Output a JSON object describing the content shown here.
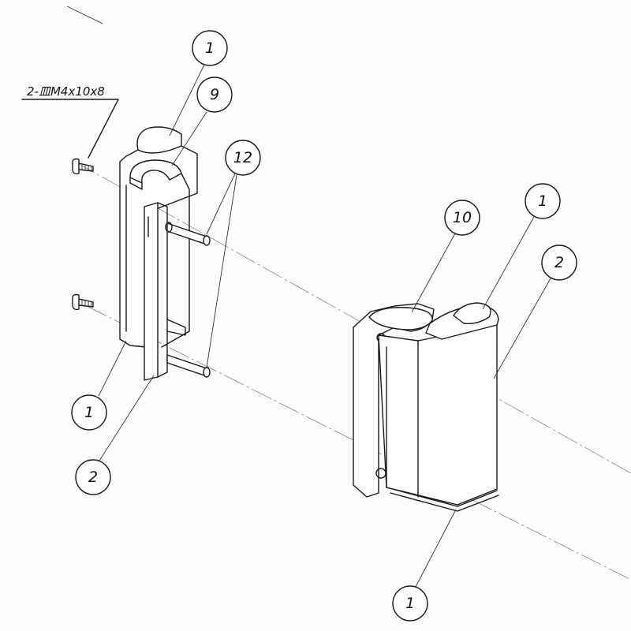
{
  "drawing": {
    "fastener_note": "2-皿M4x10x8",
    "balloons": [
      {
        "label": "1",
        "part": "left-top-cap"
      },
      {
        "label": "9",
        "part": "left-inner-cap"
      },
      {
        "label": "12",
        "part": "pins"
      },
      {
        "label": "1",
        "part": "left-bottom"
      },
      {
        "label": "2",
        "part": "left-body"
      },
      {
        "label": "10",
        "part": "right-inner-cap"
      },
      {
        "label": "1",
        "part": "right-top-cap"
      },
      {
        "label": "2",
        "part": "right-body"
      },
      {
        "label": "1",
        "part": "right-bottom"
      }
    ]
  }
}
